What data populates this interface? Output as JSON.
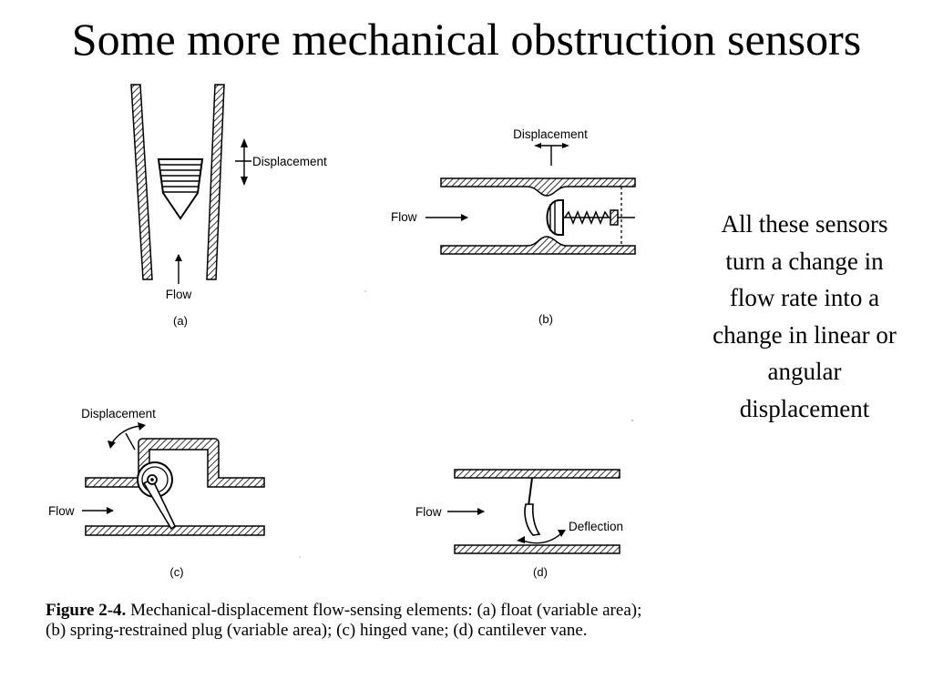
{
  "slide": {
    "title": "Some more mechanical obstruction sensors",
    "side_text": "All these sensors turn a change in flow rate into a change in linear or angular displacement"
  },
  "figure": {
    "panel_a": {
      "displacement": "Displacement",
      "flow": "Flow",
      "label": "(a)"
    },
    "panel_b": {
      "displacement": "Displacement",
      "flow": "Flow",
      "label": "(b)"
    },
    "panel_c": {
      "displacement": "Displacement",
      "flow": "Flow",
      "label": "(c)"
    },
    "panel_d": {
      "flow": "Flow",
      "deflection": "Deflection",
      "label": "(d)"
    },
    "caption_lead": "Figure 2-4.",
    "caption_text": " Mechanical-displacement flow-sensing elements: (a) float (variable area); (b) spring-restrained plug (variable area); (c) hinged vane; (d) cantilever vane."
  }
}
